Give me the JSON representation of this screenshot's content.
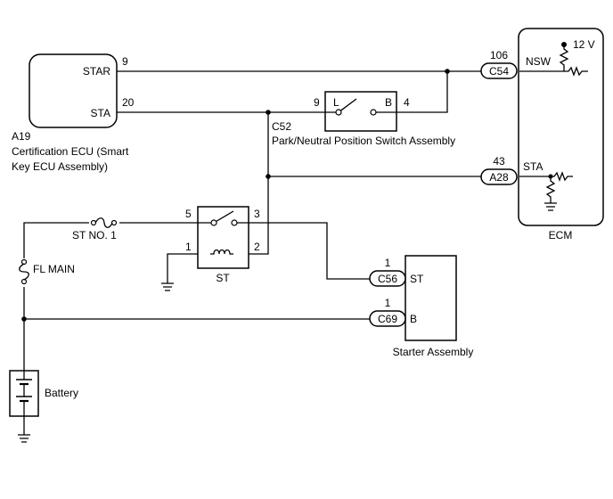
{
  "components": {
    "cert_ecu": {
      "code": "A19",
      "name_line1": "Certification ECU (Smart",
      "name_line2": "Key ECU Assembly)",
      "pin_star": "STAR",
      "pin_sta": "STA",
      "pin_star_no": "9",
      "pin_sta_no": "20"
    },
    "pnp_switch": {
      "code": "C52",
      "name": "Park/Neutral Position Switch Assembly",
      "pin_left_no": "9",
      "pin_right_no": "4",
      "contact_left": "L",
      "contact_right": "B"
    },
    "ecm": {
      "name": "ECM",
      "voltage": "12 V",
      "pin_nsw": "NSW",
      "pin_sta": "STA",
      "conn_nsw": "C54",
      "conn_nsw_pin": "106",
      "conn_sta": "A28",
      "conn_sta_pin": "43"
    },
    "st_relay": {
      "name": "ST",
      "pin5": "5",
      "pin3": "3",
      "pin1": "1",
      "pin2": "2"
    },
    "starter": {
      "name": "Starter Assembly",
      "pin_st": "ST",
      "pin_b": "B",
      "conn_st": "C56",
      "conn_st_pin": "1",
      "conn_b": "C69",
      "conn_b_pin": "1"
    },
    "fuse_st": {
      "name": "ST NO. 1"
    },
    "fuse_fl": {
      "name": "FL MAIN"
    },
    "battery": {
      "name": "Battery"
    }
  }
}
